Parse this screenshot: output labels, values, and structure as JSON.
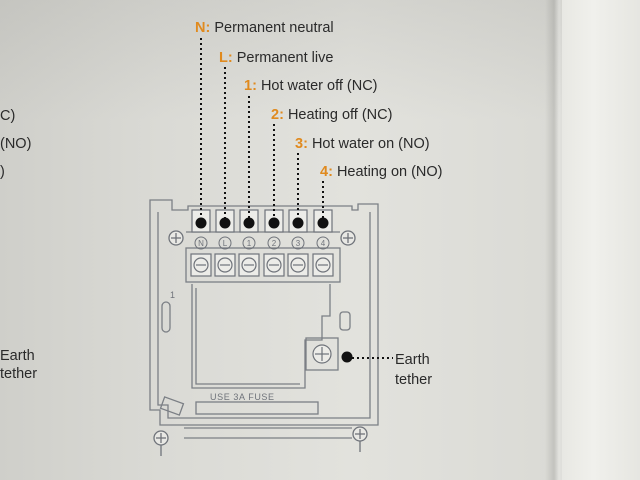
{
  "labels": [
    {
      "code": "N:",
      "text": "Permanent neutral"
    },
    {
      "code": "L:",
      "text": "Permanent live"
    },
    {
      "code": "1:",
      "text": "Hot water off (NC)"
    },
    {
      "code": "2:",
      "text": "Heating off (NC)"
    },
    {
      "code": "3:",
      "text": "Hot water on (NO)"
    },
    {
      "code": "4:",
      "text": "Heating on (NO)"
    }
  ],
  "earth_label": {
    "line1": "Earth",
    "line2": "tether"
  },
  "left_page_fragments": [
    "C)",
    "(NO)",
    ")",
    "Earth",
    "tether"
  ],
  "terminal_markings": [
    "N",
    "L",
    "1",
    "2",
    "3",
    "4"
  ],
  "fuse_text": "USE   3A   FUSE",
  "corner_mark": "1",
  "colors": {
    "accent": "#e08a1e",
    "text": "#2a2a2a",
    "line": "#7b7f85",
    "dot": "#111111"
  }
}
